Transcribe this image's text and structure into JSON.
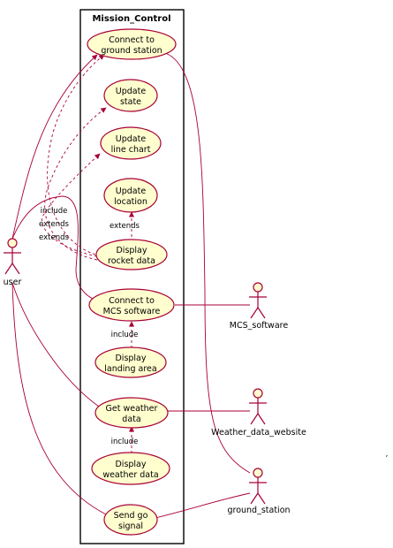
{
  "system": {
    "title": "Mission_Control"
  },
  "use_cases": {
    "connect_ground": [
      "Connect to",
      "ground station"
    ],
    "update_state": [
      "Update",
      "state"
    ],
    "update_line_chart": [
      "Update",
      "line chart"
    ],
    "update_location": [
      "Update",
      "location"
    ],
    "display_rocket": [
      "Display",
      "rocket data"
    ],
    "connect_mcs": [
      "Connect to",
      "MCS software"
    ],
    "display_landing": [
      "Display",
      "landing area"
    ],
    "get_weather": [
      "Get weather",
      "data"
    ],
    "display_weather": [
      "Display",
      "weather data"
    ],
    "send_go": [
      "Send go",
      "signal"
    ]
  },
  "actors": {
    "user": "user",
    "mcs_software": "MCS_software",
    "weather_website": "Weather_data_website",
    "ground_station": "ground_station"
  },
  "relations": {
    "include_rocket": "include",
    "extends_state": "extends",
    "extends_chart": "extends",
    "extends_location": "extends",
    "include_landing": "include",
    "include_weather": "include"
  },
  "stray_mark": ","
}
